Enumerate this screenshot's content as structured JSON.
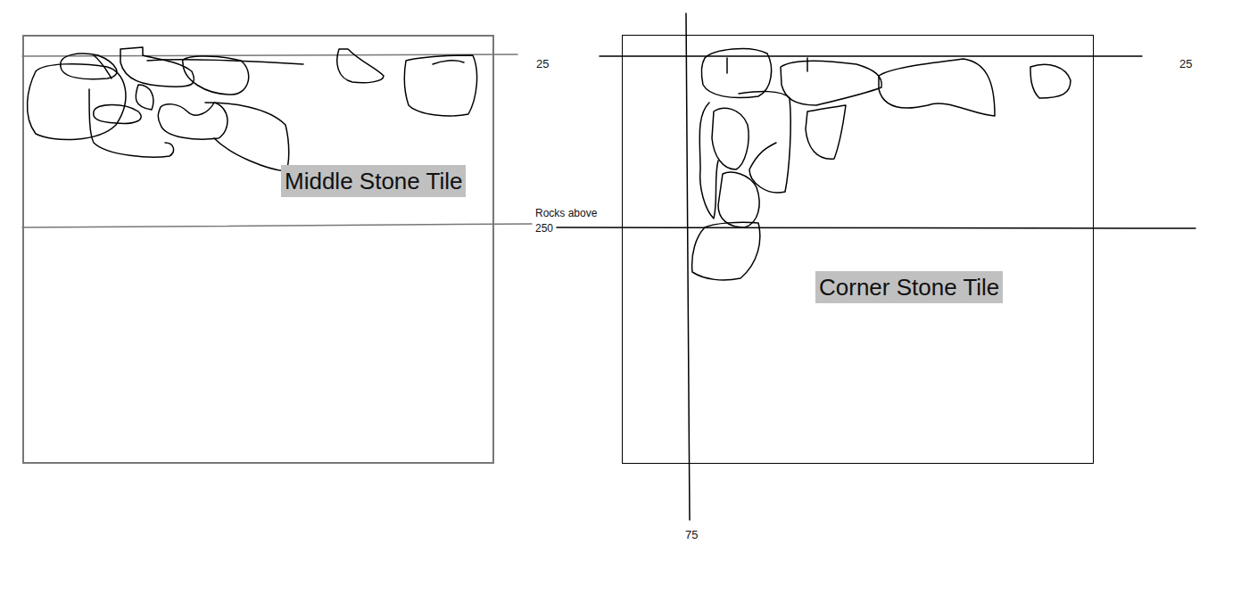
{
  "diagram": {
    "nodes": [
      {
        "text": [
          "Middle Stone Tile"
        ]
      },
      {
        "text": [
          "Corner Stone Tile"
        ]
      }
    ],
    "labels": [
      "25",
      "Rocks above 250",
      "25",
      "75"
    ]
  }
}
